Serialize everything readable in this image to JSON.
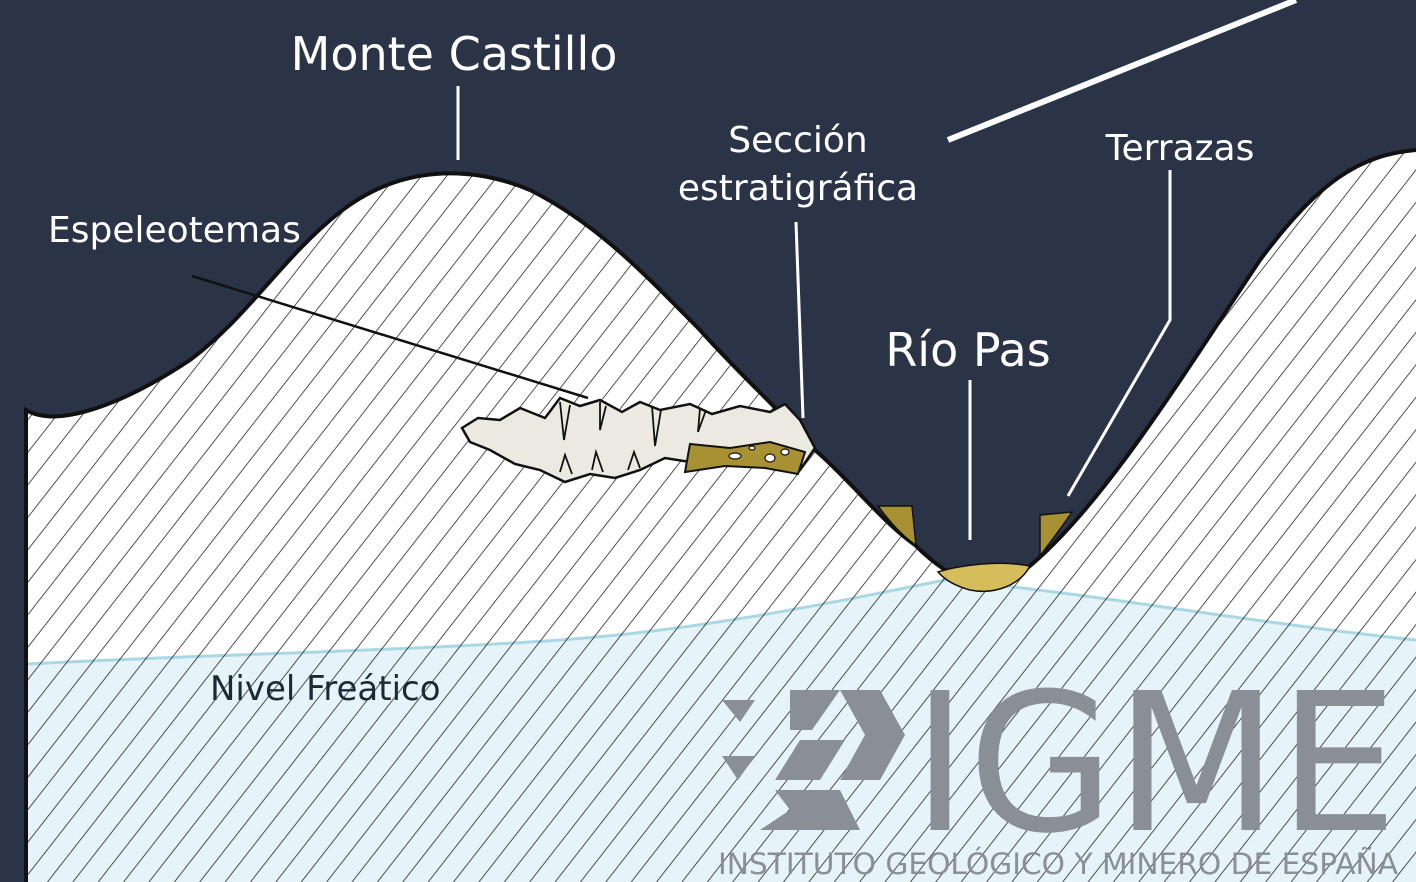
{
  "labels": {
    "mountain": "Monte Castillo",
    "speleothems": "Espeleotemas",
    "section_line1": "Sección",
    "section_line2": "estratigráfica",
    "terraces": "Terrazas",
    "river": "Río Pas",
    "water_table": "Nivel Freático"
  },
  "logo": {
    "name": "IGME",
    "subtitle": "INSTITUTO GEOLÓGICO Y MINERO DE ESPAÑA"
  },
  "colors": {
    "background": "#2b3447",
    "rock": "#ffffff",
    "hatch": "#1a1a1a",
    "water_fill": "#e6f3f8",
    "water_line": "#a9d8e4",
    "sediment": "#a89132",
    "river_sediment": "#d6bd5c",
    "cave": "#eceae0",
    "logo_grey": "#8a8f96"
  }
}
